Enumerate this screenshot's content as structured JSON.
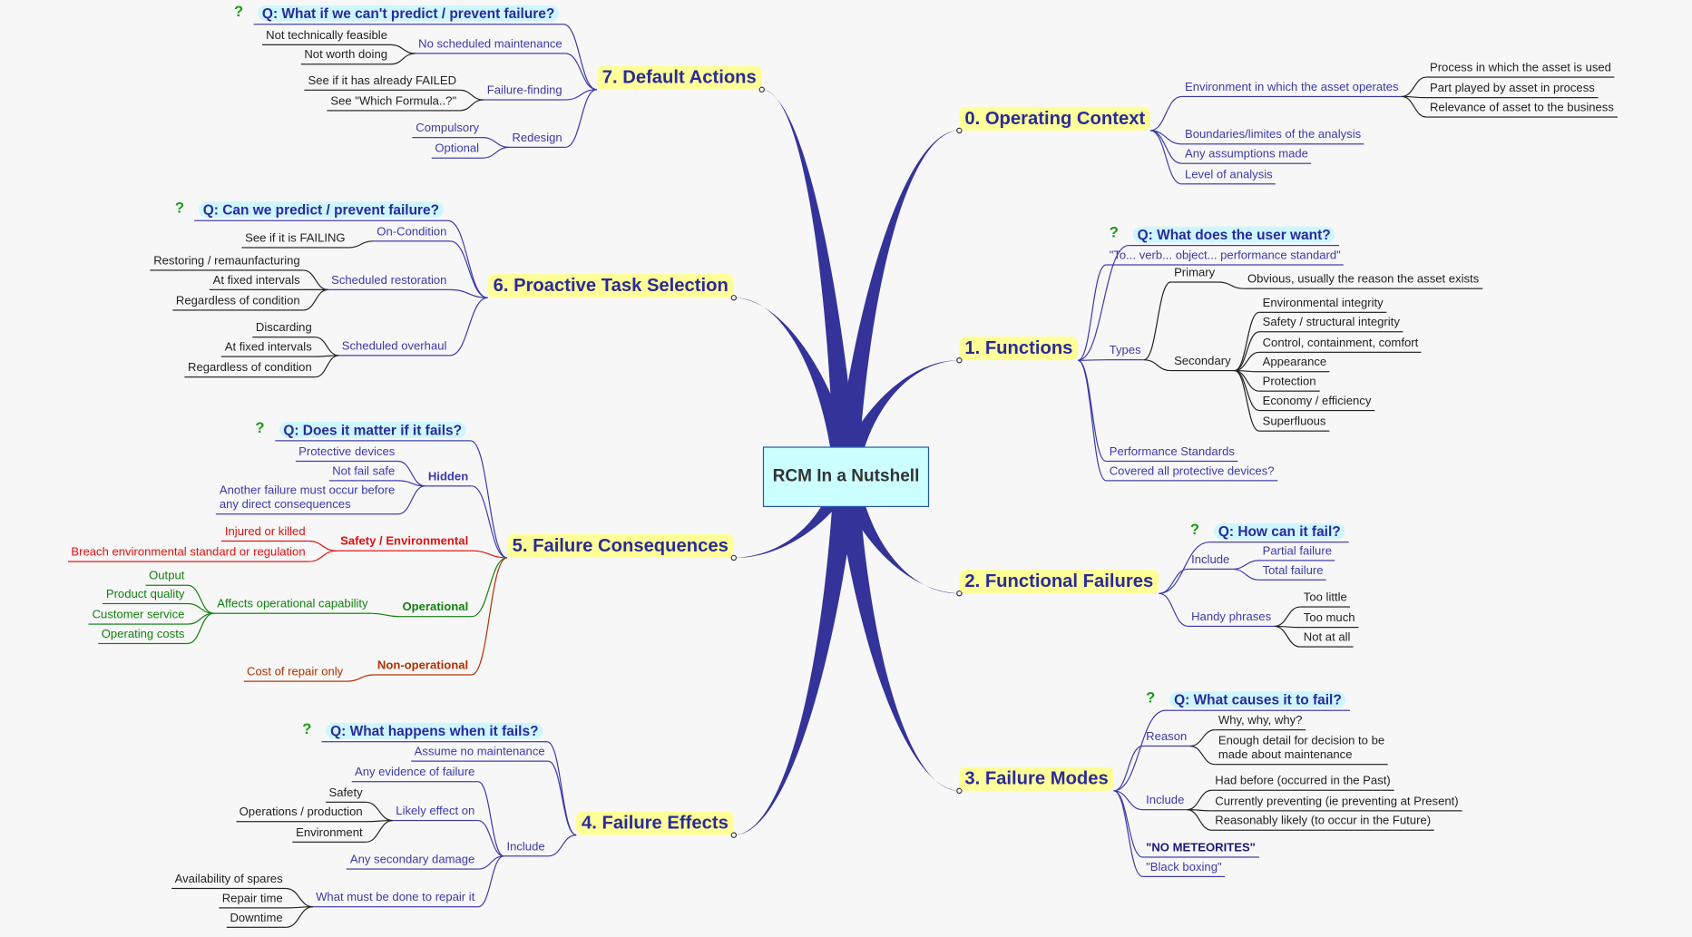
{
  "center": "RCM In a Nutshell",
  "branches": {
    "oc": {
      "title": "0. Operating Context",
      "env": "Environment in which the asset operates",
      "env1": "Process in which the asset is used",
      "env2": "Part played by asset in process",
      "env3": "Relevance of asset to the business",
      "bound": "Boundaries/limites of the analysis",
      "assume": "Any assumptions made",
      "level": "Level of analysis"
    },
    "fn": {
      "title": "1. Functions",
      "q": "Q: What does the user want?",
      "verb": "\"To... verb... object... performance standard\"",
      "types": "Types",
      "primary": "Primary",
      "obvious": "Obvious, usually the reason the asset exists",
      "secondary": "Secondary",
      "s": [
        "Environmental integrity",
        "Safety / structural integrity",
        "Control, containment, comfort",
        "Appearance",
        "Protection",
        "Economy / efficiency",
        "Superfluous"
      ],
      "perf": "Performance Standards",
      "covered": "Covered all protective devices?"
    },
    "ff": {
      "title": "2. Functional Failures",
      "q": "Q: How can it fail?",
      "include": "Include",
      "partial": "Partial failure",
      "total": "Total failure",
      "handy": "Handy phrases",
      "little": "Too little",
      "much": "Too much",
      "notatall": "Not at all"
    },
    "fm": {
      "title": "3. Failure Modes",
      "q": "Q: What causes it to fail?",
      "reason": "Reason",
      "why": "Why, why, why?",
      "detail": "Enough detail for decision to be\nmade about maintenance",
      "include": "Include",
      "past": "Had before (occurred in the Past)",
      "present": "Currently preventing (ie preventing at Present)",
      "future": "Reasonably likely (to occur in the Future)",
      "meteor": "\"NO METEORITES\"",
      "blackbox": "\"Black boxing\""
    },
    "fe": {
      "title": "4. Failure Effects",
      "q": "Q: What happens when it fails?",
      "assume": "Assume no maintenance",
      "include": "Include",
      "evidence": "Any evidence of failure",
      "likely": "Likely effect on",
      "safety": "Safety",
      "ops": "Operations / production",
      "env": "Environment",
      "secondary": "Any secondary damage",
      "repair": "What must be done to repair it",
      "spares": "Availability of spares",
      "rtime": "Repair time",
      "downtime": "Downtime"
    },
    "fc": {
      "title": "5. Failure Consequences",
      "q": "Q: Does it matter if it fails?",
      "hidden": "Hidden",
      "protective": "Protective devices",
      "notfailsafe": "Not fail safe",
      "another": "Another failure must occur before\nany direct consequences",
      "safety": "Safety / Environmental",
      "injured": "Injured or killed",
      "breach": "Breach environmental standard or regulation",
      "operational": "Operational",
      "affects": "Affects operational capability",
      "output": "Output",
      "quality": "Product quality",
      "customer": "Customer service",
      "costs": "Operating costs",
      "nonop": "Non-operational",
      "repaircost": "Cost of repair only"
    },
    "pt": {
      "title": "6. Proactive Task Selection",
      "q": "Q: Can we predict / prevent failure?",
      "oncond": "On-Condition",
      "failing": "See if it is FAILING",
      "restoration": "Scheduled restoration",
      "restoring": "Restoring / remaunfacturing",
      "fixed1": "At fixed intervals",
      "regardless1": "Regardless of condition",
      "overhaul": "Scheduled overhaul",
      "discarding": "Discarding",
      "fixed2": "At fixed intervals",
      "regardless2": "Regardless of condition"
    },
    "da": {
      "title": "7. Default Actions",
      "q": "Q: What if we can't predict / prevent failure?",
      "nosched": "No scheduled maintenance",
      "notfeasible": "Not technically feasible",
      "notworth": "Not worth doing",
      "ffinding": "Failure-finding",
      "failed": "See if it has already FAILED",
      "formula": "See \"Which Formula..?\"",
      "redesign": "Redesign",
      "compulsory": "Compulsory",
      "optional": "Optional"
    }
  },
  "colors": {
    "main_fill": "#ffff99",
    "branch": "#333399",
    "question_bg": "#cdf6ff",
    "center_bg": "#ccffff",
    "safety": "#e01010",
    "operational": "#108010",
    "nonoperational": "#b03000"
  }
}
